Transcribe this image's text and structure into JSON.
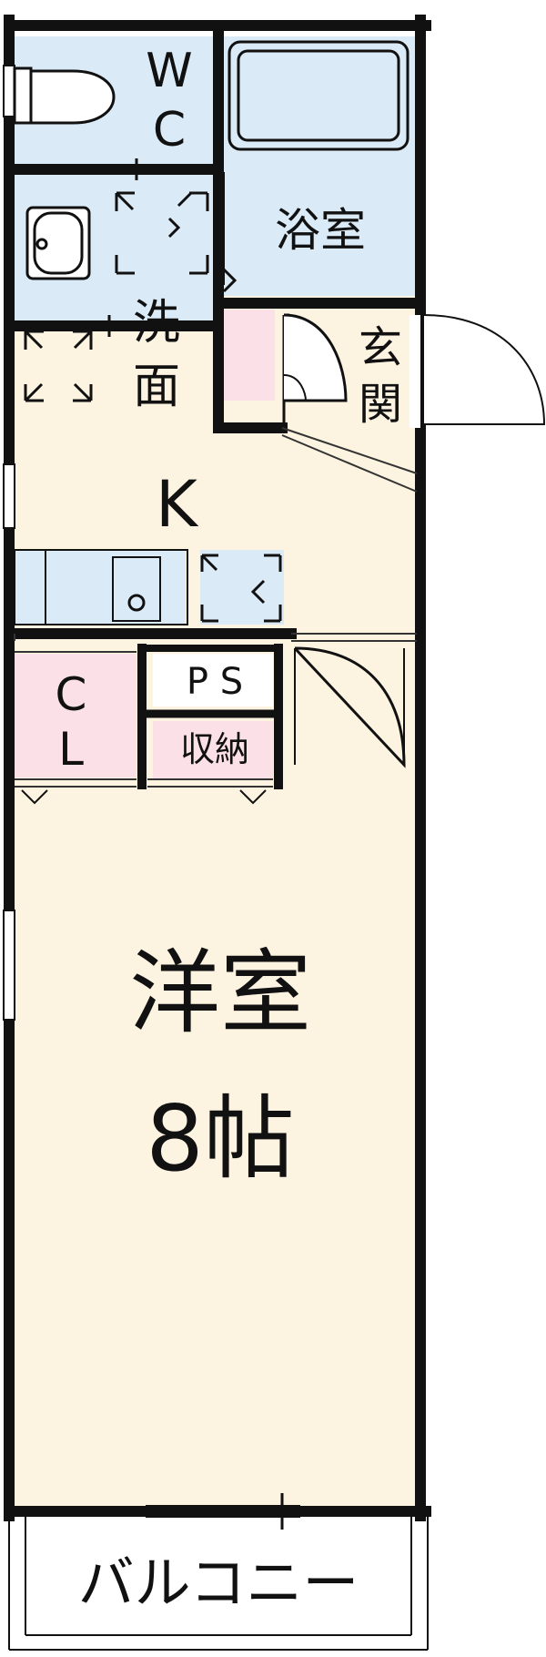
{
  "rooms": {
    "wc": "W C",
    "wc_line1": "W",
    "wc_line2": "C",
    "bath": "浴室",
    "washroom_line1": "洗",
    "washroom_line2": "面",
    "entrance_line1": "玄",
    "entrance_line2": "関",
    "kitchen": "K",
    "closet_line1": "C",
    "closet_line2": "L",
    "pipe_space": "P S",
    "storage": "収納",
    "western_room": "洋室",
    "size": "8帖",
    "balcony": "バルコニー"
  },
  "colors": {
    "wet_area": "#daeaf7",
    "living_area": "#fdf3e1",
    "closet": "#fbe1e7",
    "wall": "#111111"
  }
}
